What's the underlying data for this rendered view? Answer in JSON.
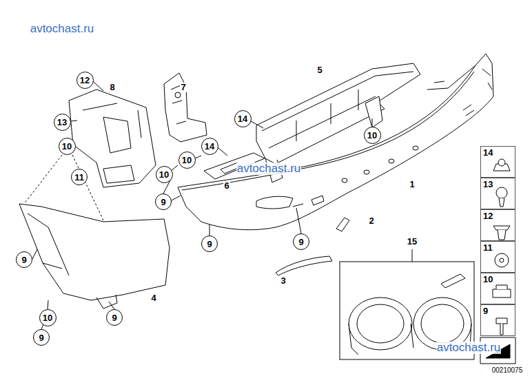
{
  "diagram": {
    "nodes": [
      {
        "text": [
          "12"
        ]
      },
      {
        "text": [
          "13"
        ]
      },
      {
        "text": [
          "10"
        ]
      },
      {
        "text": [
          "11"
        ]
      },
      {
        "text": [
          "10"
        ]
      },
      {
        "text": [
          "14"
        ]
      },
      {
        "text": [
          "14"
        ]
      },
      {
        "text": [
          "10"
        ]
      },
      {
        "text": [
          "10"
        ]
      },
      {
        "text": [
          "9"
        ]
      },
      {
        "text": [
          "9"
        ]
      },
      {
        "text": [
          "9"
        ]
      },
      {
        "text": [
          "9"
        ]
      },
      {
        "text": [
          "10"
        ]
      },
      {
        "text": [
          "9"
        ]
      },
      {
        "text": [
          "9"
        ]
      },
      {
        "text": [
          "14"
        ]
      },
      {
        "text": [
          "13"
        ]
      },
      {
        "text": [
          "12"
        ]
      },
      {
        "text": [
          "11"
        ]
      },
      {
        "text": [
          "10"
        ]
      },
      {
        "text": [
          "9"
        ]
      }
    ],
    "labels": [
      "avtochast.ru",
      "8",
      "7",
      "5",
      "avtochast.ru",
      "6",
      "1",
      "2",
      "3",
      "4",
      "15",
      "avtochast.ru",
      "00210075"
    ]
  }
}
